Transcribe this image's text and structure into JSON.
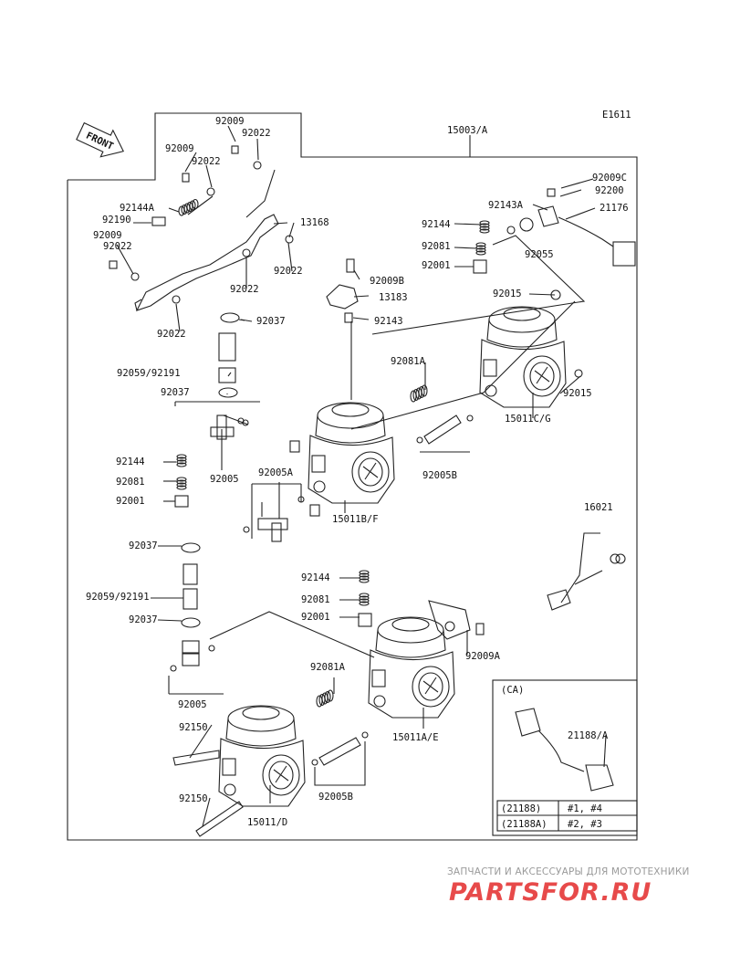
{
  "diagram_id": "E1611",
  "front_label": "FRONT",
  "parts": [
    {
      "key": "p92009_a",
      "text": "92009"
    },
    {
      "key": "p92022_a",
      "text": "92022"
    },
    {
      "key": "p92009_b",
      "text": "92009"
    },
    {
      "key": "p92022_b",
      "text": "92022"
    },
    {
      "key": "p92144A",
      "text": "92144A"
    },
    {
      "key": "p92190",
      "text": "92190"
    },
    {
      "key": "p92009_c",
      "text": "92009"
    },
    {
      "key": "p92022_c",
      "text": "92022"
    },
    {
      "key": "p13168",
      "text": "13168"
    },
    {
      "key": "p92022_d",
      "text": "92022"
    },
    {
      "key": "p92022_e",
      "text": "92022"
    },
    {
      "key": "p92022_f",
      "text": "92022"
    },
    {
      "key": "p15003A",
      "text": "15003/A"
    },
    {
      "key": "p92009C",
      "text": "92009C"
    },
    {
      "key": "p92200",
      "text": "92200"
    },
    {
      "key": "p92143A",
      "text": "92143A"
    },
    {
      "key": "p21176",
      "text": "21176"
    },
    {
      "key": "p92144_a",
      "text": "92144"
    },
    {
      "key": "p92081_a",
      "text": "92081"
    },
    {
      "key": "p92055",
      "text": "92055"
    },
    {
      "key": "p92001_a",
      "text": "92001"
    },
    {
      "key": "p92009B",
      "text": "92009B"
    },
    {
      "key": "p13183",
      "text": "13183"
    },
    {
      "key": "p92143",
      "text": "92143"
    },
    {
      "key": "p92015_a",
      "text": "92015"
    },
    {
      "key": "p92037_a",
      "text": "92037"
    },
    {
      "key": "p92059_a",
      "text": "92059/92191"
    },
    {
      "key": "p92081A_a",
      "text": "92081A"
    },
    {
      "key": "p92015_b",
      "text": "92015"
    },
    {
      "key": "p92037_b",
      "text": "92037"
    },
    {
      "key": "p15011CG",
      "text": "15011C/G"
    },
    {
      "key": "p92144_b",
      "text": "92144"
    },
    {
      "key": "p92005A",
      "text": "92005A"
    },
    {
      "key": "p92005B_a",
      "text": "92005B"
    },
    {
      "key": "p92081_b",
      "text": "92081"
    },
    {
      "key": "p92005_a",
      "text": "92005"
    },
    {
      "key": "p92001_b",
      "text": "92001"
    },
    {
      "key": "p15011BF",
      "text": "15011B/F"
    },
    {
      "key": "p16021",
      "text": "16021"
    },
    {
      "key": "p92037_c",
      "text": "92037"
    },
    {
      "key": "p92144_c",
      "text": "92144"
    },
    {
      "key": "p92059_b",
      "text": "92059/92191"
    },
    {
      "key": "p92081_c",
      "text": "92081"
    },
    {
      "key": "p92037_d",
      "text": "92037"
    },
    {
      "key": "p92001_c",
      "text": "92001"
    },
    {
      "key": "p92009A",
      "text": "92009A"
    },
    {
      "key": "p92081A_b",
      "text": "92081A"
    },
    {
      "key": "p92005_b",
      "text": "92005"
    },
    {
      "key": "p92150_a",
      "text": "92150"
    },
    {
      "key": "p15011AE",
      "text": "15011A/E"
    },
    {
      "key": "p21188A",
      "text": "21188/A"
    },
    {
      "key": "p92005B_b",
      "text": "92005B"
    },
    {
      "key": "p92150_b",
      "text": "92150"
    },
    {
      "key": "p15011D",
      "text": "15011/D"
    }
  ],
  "inset": {
    "region": "(CA)",
    "table": [
      [
        "(21188)",
        "#1, #4"
      ],
      [
        "(21188A)",
        "#2, #3"
      ]
    ]
  },
  "watermark": {
    "caption": "ЗАПЧАСТИ И АКСЕССУАРЫ ДЛЯ МОТОТЕХНИКИ",
    "logo": "PARTSFOR.RU",
    "color": "#e74a4a"
  }
}
